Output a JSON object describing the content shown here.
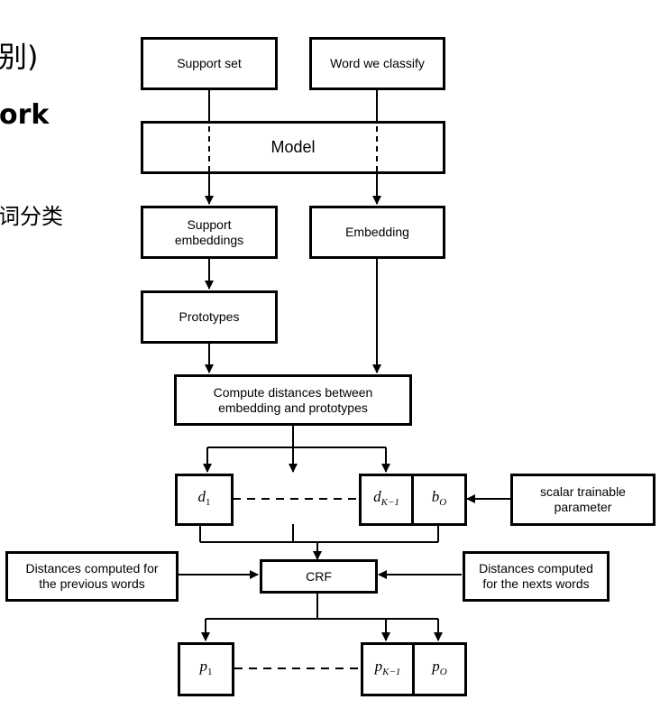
{
  "slide_fragments": {
    "title_fragment": "别)",
    "subtitle_fragment": "ork",
    "body_fragment": "词分类"
  },
  "diagram": {
    "support_set": "Support set",
    "word_we_classify": "Word we classify",
    "model": "Model",
    "support_embeddings_line1": "Support",
    "support_embeddings_line2": "embeddings",
    "embedding": "Embedding",
    "prototypes": "Prototypes",
    "compute_line1": "Compute distances between",
    "compute_line2": "embedding and prototypes",
    "d1": {
      "base": "d",
      "sub": "1"
    },
    "dK1": {
      "base": "d",
      "sub": "K−1"
    },
    "bO": {
      "base": "b",
      "sub": "O"
    },
    "scalar_line1": "scalar trainable",
    "scalar_line2": "parameter",
    "prev_line1": "Distances computed for",
    "prev_line2": "the previous words",
    "crf": "CRF",
    "next_line1": "Distances computed",
    "next_line2": "for the nexts words",
    "p1": {
      "base": "p",
      "sub": "1"
    },
    "pK1": {
      "base": "p",
      "sub": "K−1"
    },
    "pO": {
      "base": "p",
      "sub": "O"
    }
  }
}
